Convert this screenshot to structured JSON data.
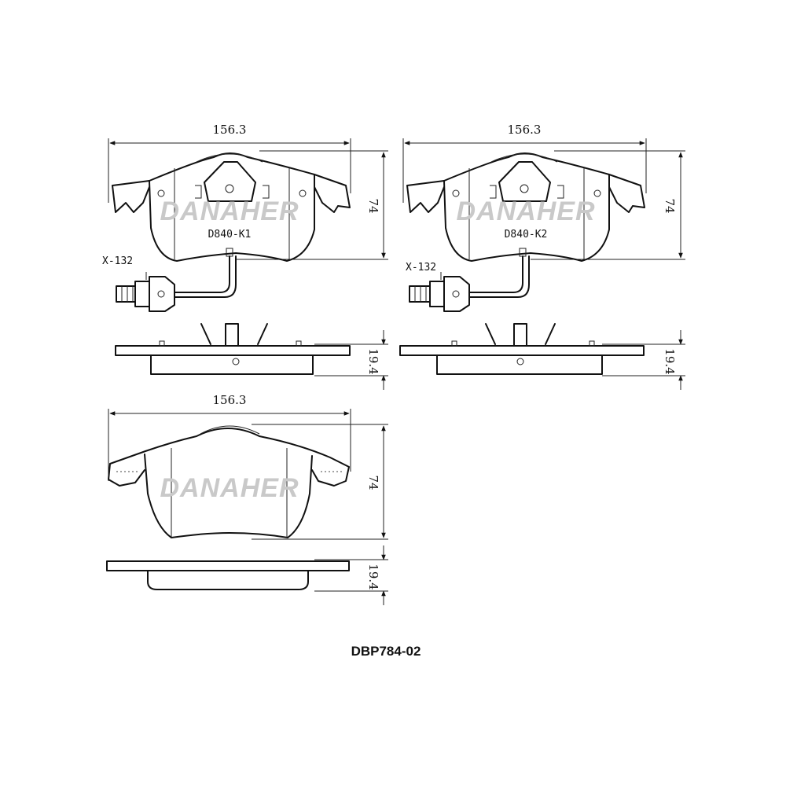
{
  "brand": "DANAHER",
  "part_number": "DBP784-02",
  "pads": [
    {
      "id": "pad-1",
      "width_dim": "156.3",
      "height_dim": "74",
      "thickness_dim": "19.4",
      "pad_code": "D840-K1",
      "sensor_label": "X-132"
    },
    {
      "id": "pad-2",
      "width_dim": "156.3",
      "height_dim": "74",
      "thickness_dim": "19.4",
      "pad_code": "D840-K2",
      "sensor_label": "X-132"
    },
    {
      "id": "pad-3",
      "width_dim": "156.3",
      "height_dim": "74",
      "thickness_dim": "19.4"
    }
  ],
  "colors": {
    "line": "#111111",
    "watermark": "#c9c9c9"
  }
}
